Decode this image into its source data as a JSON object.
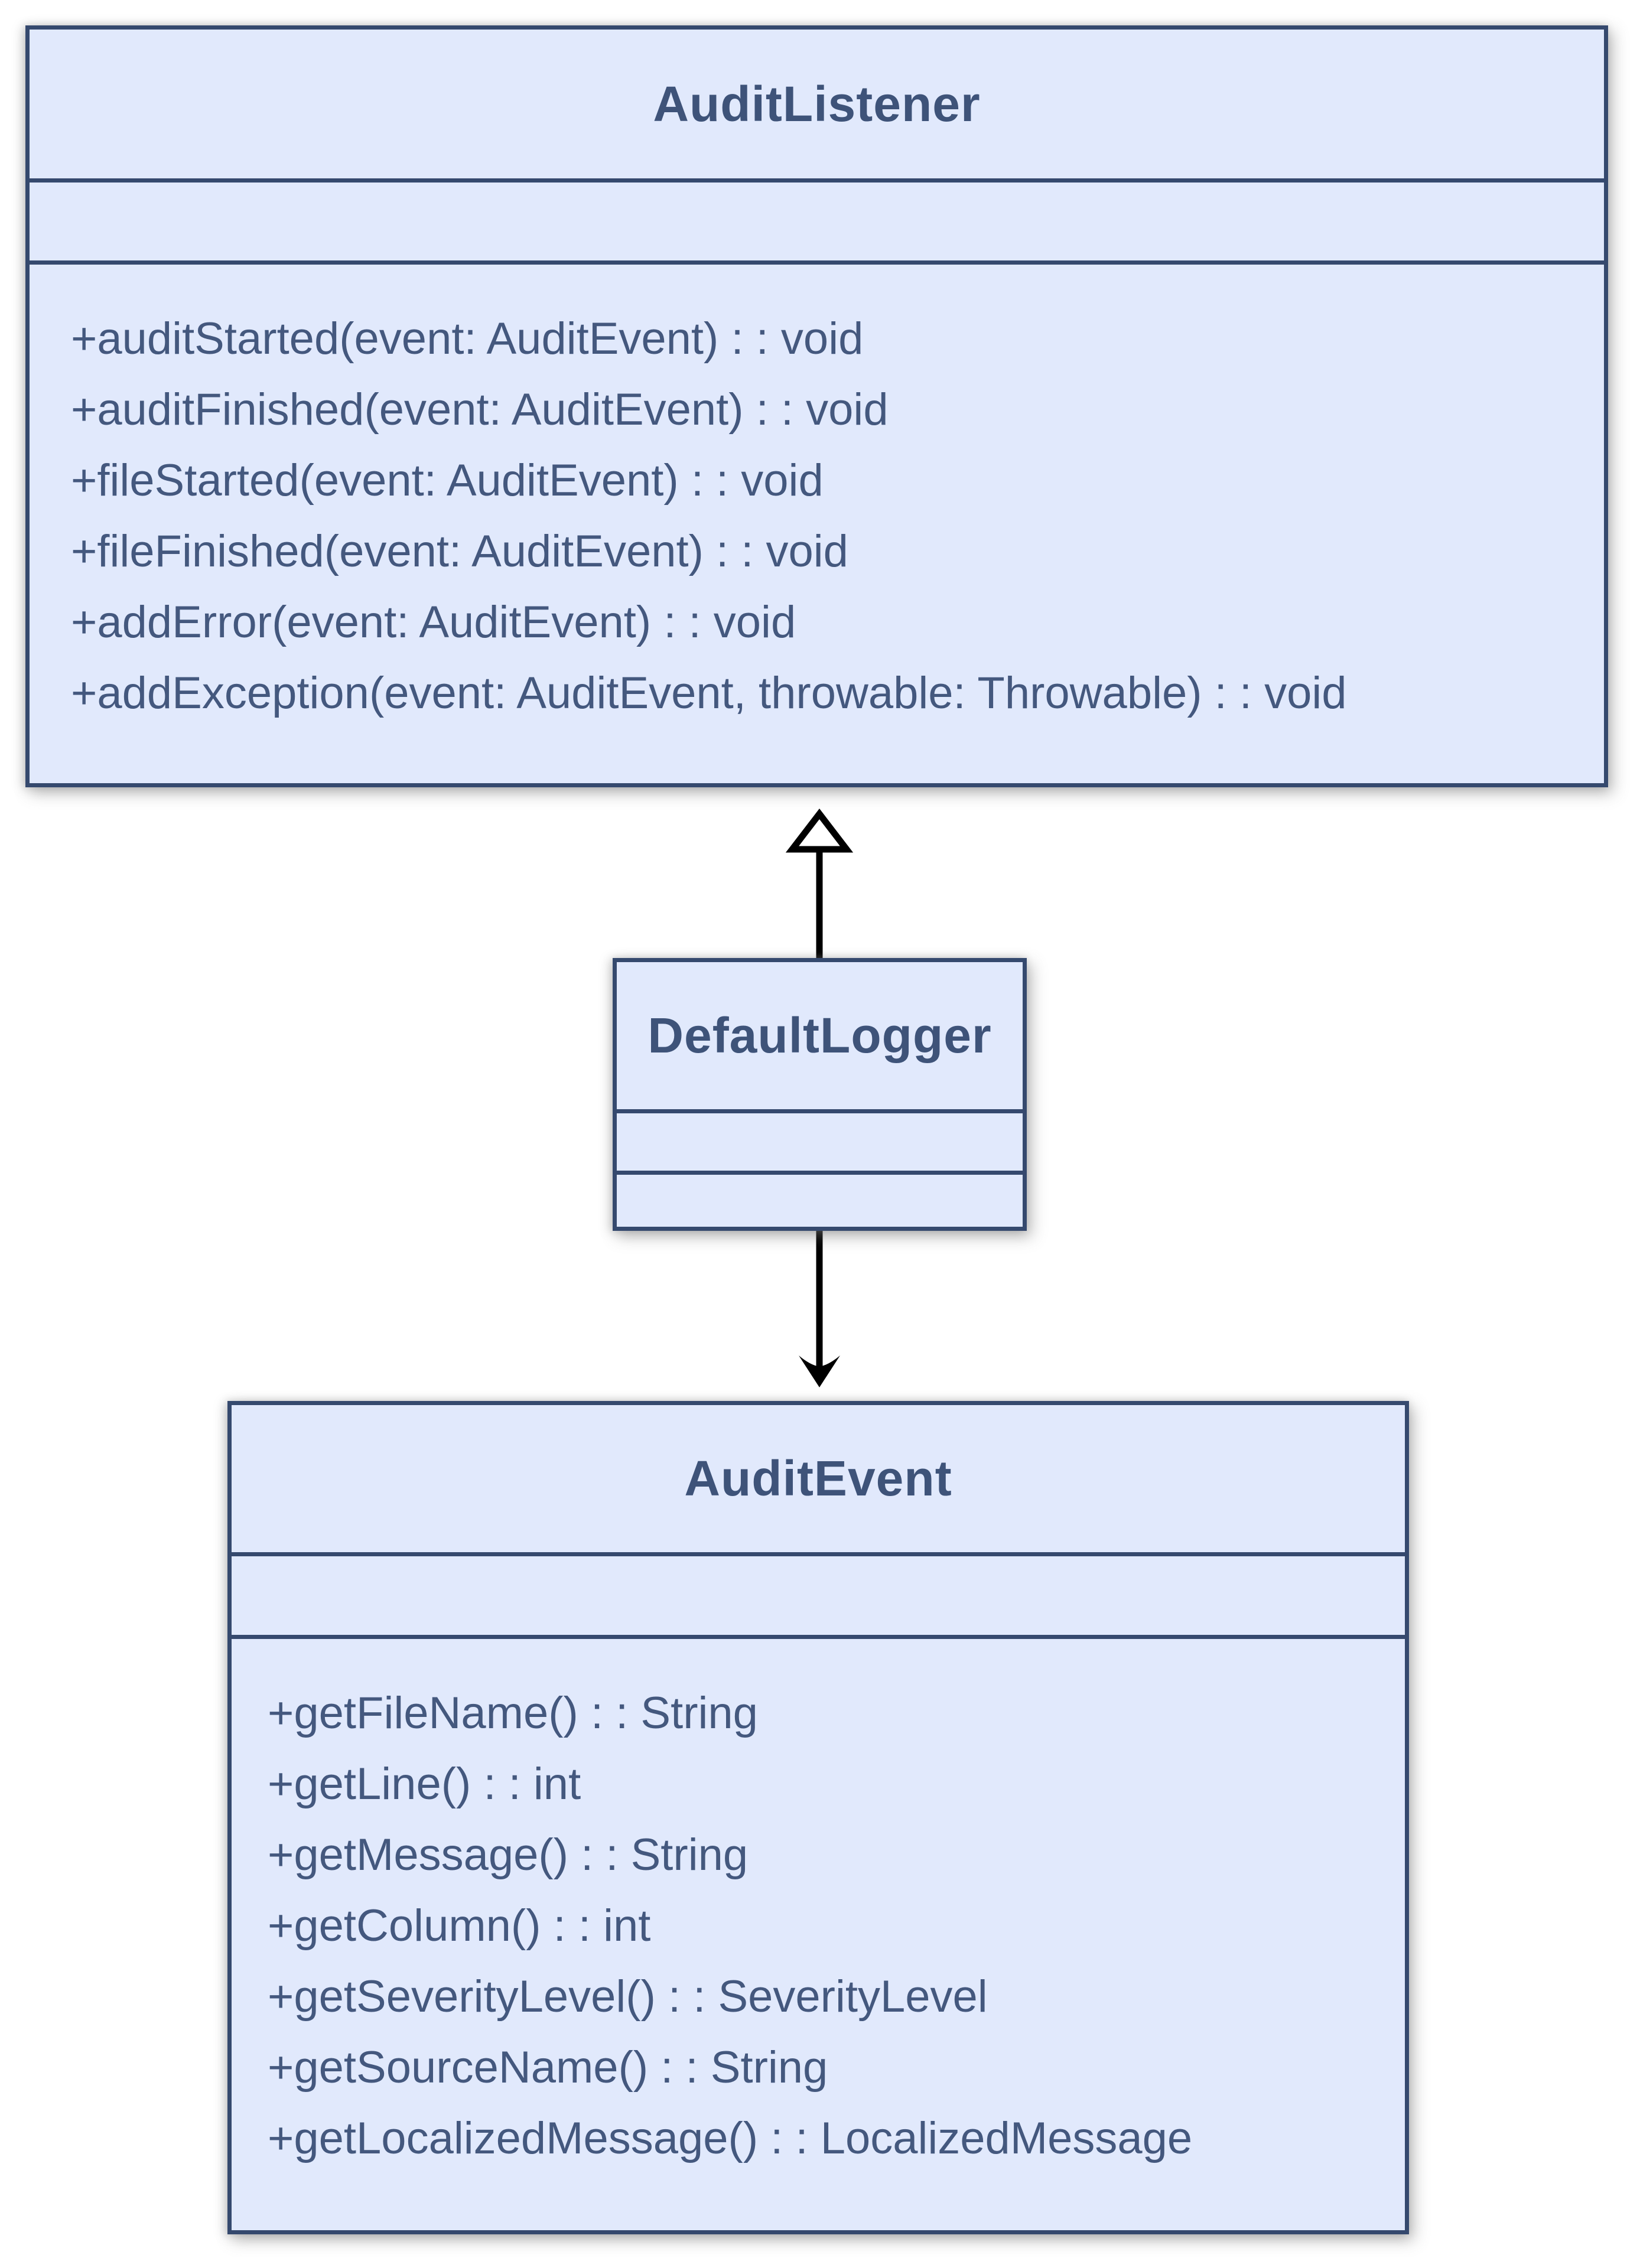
{
  "diagram": {
    "classes": [
      {
        "name": "AuditListener",
        "attributes": [],
        "methods": [
          "+auditStarted(event: AuditEvent) : : void",
          "+auditFinished(event: AuditEvent) : : void",
          "+fileStarted(event: AuditEvent) : : void",
          "+fileFinished(event: AuditEvent) : : void",
          "+addError(event: AuditEvent) : : void",
          "+addException(event: AuditEvent, throwable: Throwable) : : void"
        ]
      },
      {
        "name": "DefaultLogger",
        "attributes": [],
        "methods": []
      },
      {
        "name": "AuditEvent",
        "attributes": [],
        "methods": [
          "+getFileName() : : String",
          "+getLine() : : int",
          "+getMessage() : : String",
          "+getColumn() : : int",
          "+getSeverityLevel() : : SeverityLevel",
          "+getSourceName() : : String",
          "+getLocalizedMessage() : : LocalizedMessage"
        ]
      }
    ],
    "relations": [
      {
        "from": "DefaultLogger",
        "to": "AuditListener",
        "type": "realization",
        "arrowhead": "hollow-triangle"
      },
      {
        "from": "DefaultLogger",
        "to": "AuditEvent",
        "type": "directed-association",
        "arrowhead": "filled-arrow"
      }
    ],
    "colors": {
      "box_fill": "#e1e9fc",
      "box_border": "#35496e",
      "text": "#44587e",
      "arrow": "#000000",
      "background": "#ffffff"
    }
  }
}
